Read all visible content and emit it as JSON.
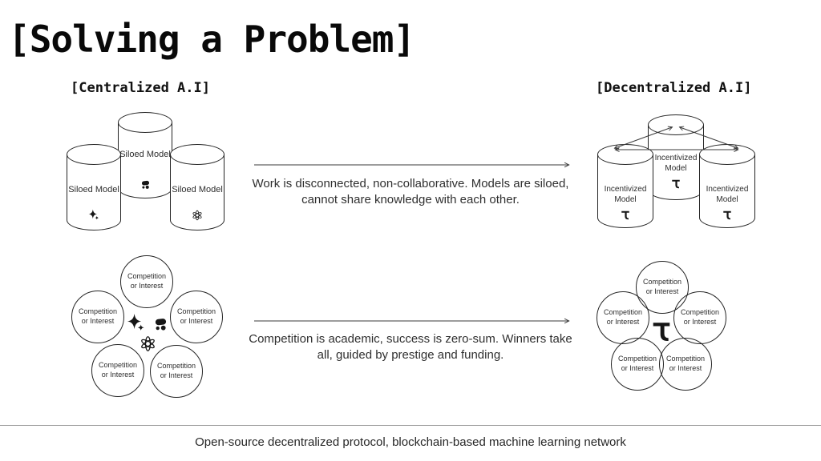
{
  "slide": {
    "title": "[Solving a Problem]",
    "footer_note": "Open-source decentralized protocol, blockchain-based machine learning network"
  },
  "centralized": {
    "heading": "[Centralized A.I]",
    "cylinders": [
      {
        "label": "Siloed Model",
        "icon": "gemini-sparkle-icon"
      },
      {
        "label": "Siloed Model",
        "icon": "ai-blob-icon"
      },
      {
        "label": "Siloed Model",
        "icon": "openai-knot-icon"
      }
    ],
    "network_circle_label": "Competition or Interest",
    "network_center_icons": [
      "gemini-sparkle-icon",
      "ai-blob-icon",
      "openai-knot-icon"
    ]
  },
  "decentralized": {
    "heading": "[Decentralized A.I]",
    "cylinders": [
      {
        "label": "Incentivized Model",
        "icon": "tau-icon"
      },
      {
        "label": "Incentivized Model",
        "icon": "tau-icon"
      },
      {
        "label": "Incentivized Model",
        "icon": "tau-icon"
      }
    ],
    "network_circle_label": "Competition or Interest",
    "network_center_icon": "tau-icon"
  },
  "comparison_rows": [
    {
      "caption": "Work is disconnected, non-collaborative. Models are siloed, cannot share knowledge with each other."
    },
    {
      "caption": "Competition is academic, success is zero-sum. Winners take all, guided by prestige and funding."
    }
  ],
  "colors": {
    "background": "#ffffff",
    "line": "#242424",
    "text": "#2a2a2a",
    "divider": "#9a9a9a"
  }
}
